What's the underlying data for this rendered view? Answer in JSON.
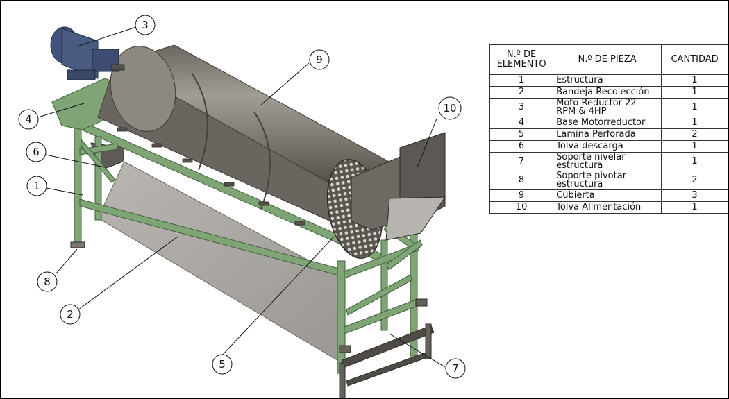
{
  "callouts": [
    {
      "n": "1"
    },
    {
      "n": "2"
    },
    {
      "n": "3"
    },
    {
      "n": "4"
    },
    {
      "n": "5"
    },
    {
      "n": "6"
    },
    {
      "n": "7"
    },
    {
      "n": "8"
    },
    {
      "n": "9"
    },
    {
      "n": "10"
    }
  ],
  "bom": {
    "headers": [
      "N.º DE ELEMENTO",
      "N.º DE PIEZA",
      "CANTIDAD"
    ],
    "rows": [
      {
        "num": "1",
        "name": "Estructura",
        "qty": "1"
      },
      {
        "num": "2",
        "name": "Bandeja Recolección",
        "qty": "1"
      },
      {
        "num": "3",
        "name": "Moto Reductor 22 RPM & 4HP",
        "qty": "1"
      },
      {
        "num": "4",
        "name": "Base Motorreductor",
        "qty": "1"
      },
      {
        "num": "5",
        "name": "Lamina Perforada",
        "qty": "2"
      },
      {
        "num": "6",
        "name": "Tolva descarga",
        "qty": "1"
      },
      {
        "num": "7",
        "name": "Soporte nivelar estructura",
        "qty": "1"
      },
      {
        "num": "8",
        "name": "Soporte pivotar estructura",
        "qty": "2"
      },
      {
        "num": "9",
        "name": "Cubierta",
        "qty": "3"
      },
      {
        "num": "10",
        "name": "Tolva Alimentación",
        "qty": "1"
      }
    ]
  },
  "colors": {
    "frame": "#7fa577",
    "frame_dark": "#55804e",
    "drum": "#78746c",
    "drum_light": "#9c978e",
    "drum_dark": "#4f4b45",
    "tray": "#a9a6a1",
    "motor": "#4a5b82",
    "hopper": "#5e5a55"
  }
}
